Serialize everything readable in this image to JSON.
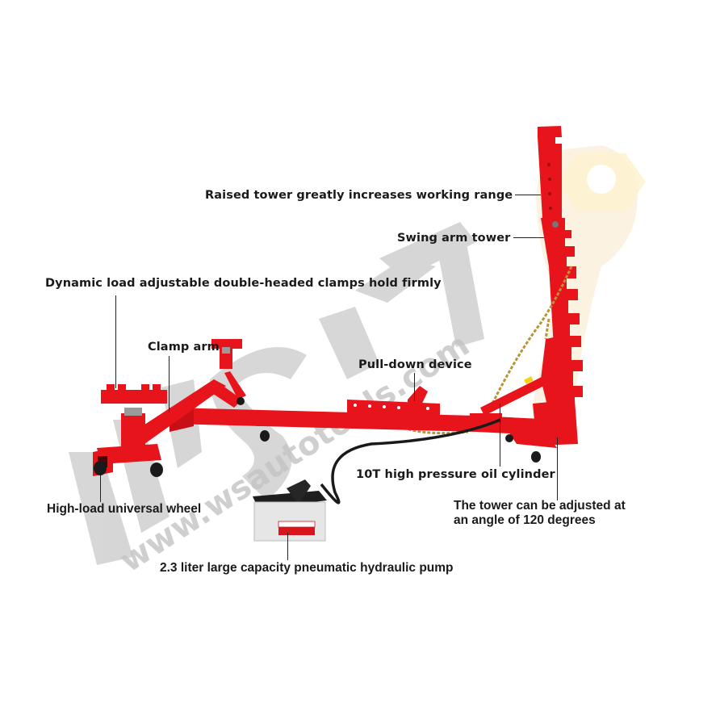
{
  "watermark": {
    "brand_letters": "WSAT",
    "website": "www.wsautotools.com",
    "logo_color": "#f5d9a8",
    "text_color": "#c8c8c8"
  },
  "colors": {
    "frame_red": "#e8141c",
    "frame_shadow": "#b50c12",
    "chain_gold": "#b8943a",
    "label_text": "#1a1a1a",
    "pump_body": "#e6e6e6",
    "pump_top": "#1e1e1e"
  },
  "callouts": [
    {
      "id": "raised-tower",
      "text": "Raised tower greatly increases working range"
    },
    {
      "id": "swing-arm-tower",
      "text": "Swing arm tower"
    },
    {
      "id": "double-headed-clamps",
      "text": "Dynamic load adjustable double-headed clamps hold firmly"
    },
    {
      "id": "clamp-arm",
      "text": "Clamp arm"
    },
    {
      "id": "pull-down-device",
      "text": "Pull-down device"
    },
    {
      "id": "oil-cylinder",
      "text": "10T high pressure oil cylinder"
    },
    {
      "id": "universal-wheel",
      "text": "High-load universal wheel"
    },
    {
      "id": "tower-angle-line1",
      "text": "The tower can be adjusted at"
    },
    {
      "id": "tower-angle-line2",
      "text": "an angle of 120 degrees"
    },
    {
      "id": "hydraulic-pump",
      "text": "2.3 liter large capacity pneumatic hydraulic pump"
    }
  ]
}
